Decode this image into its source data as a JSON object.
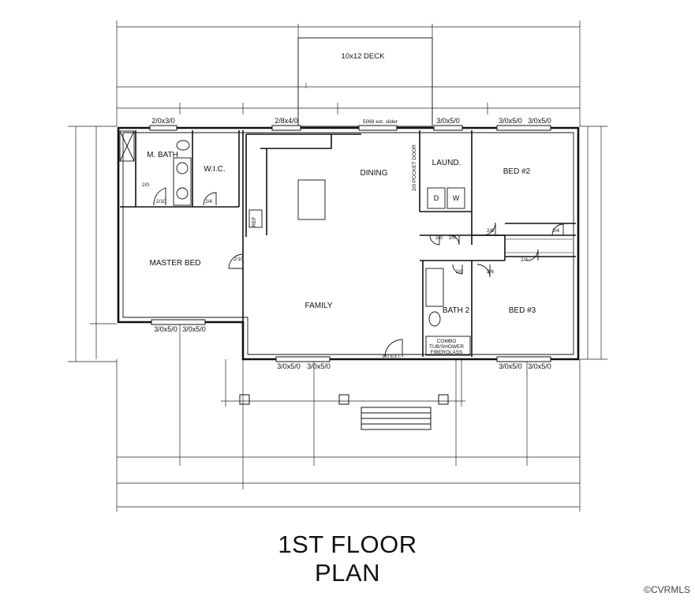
{
  "deck_label": "10x12 DECK",
  "rooms": {
    "m_bath": "M. BATH",
    "wic": "W.I.C.",
    "master_bed": "MASTER BED",
    "dining": "DINING",
    "family": "FAMILY",
    "laund": "LAUND.",
    "bed2": "BED #2",
    "bed3": "BED #3",
    "bath2": "BATH 2"
  },
  "windows": {
    "mbath_top": "2/0x3/0",
    "dining_top": "2/8x4/0",
    "slider": "5068 ext. slider",
    "laund_top": "3/0x5/0",
    "bed2_top_a": "3/0x5/0",
    "bed2_top_b": "3/0x5/0",
    "master_bot_a": "3/0x5/0",
    "master_bot_b": "3/0x5/0",
    "family_bot_a": "3/0x5/0",
    "family_bot_b": "3/0x5/0",
    "bed3_bot_a": "3/0x5/0",
    "bed3_bot_b": "3/0x5/0"
  },
  "doors": {
    "mbath_closet": "2/0",
    "mbath_door": "2/10",
    "wic_door": "2/4",
    "master_door": "2/10",
    "pocket_door": "2/0 POCKET DOOR",
    "laund_a": "2/0",
    "laund_b": "2/0",
    "bed2_door": "2/6",
    "bed2_closet": "2/4",
    "hall_closet": "2/4",
    "bath2_door": "2/0",
    "bed3_door": "2/6",
    "ext_door": "3/0 EXT."
  },
  "fixtures": {
    "dryer": "D",
    "washer": "W",
    "tub_line1": "COMBO",
    "tub_line2": "TUB/SHOWER",
    "tub_line3": "FIBERGLASS",
    "refrigerator": "REF"
  },
  "title_line1": "1ST FLOOR",
  "title_line2": "PLAN",
  "credit": "©CVRMLS"
}
